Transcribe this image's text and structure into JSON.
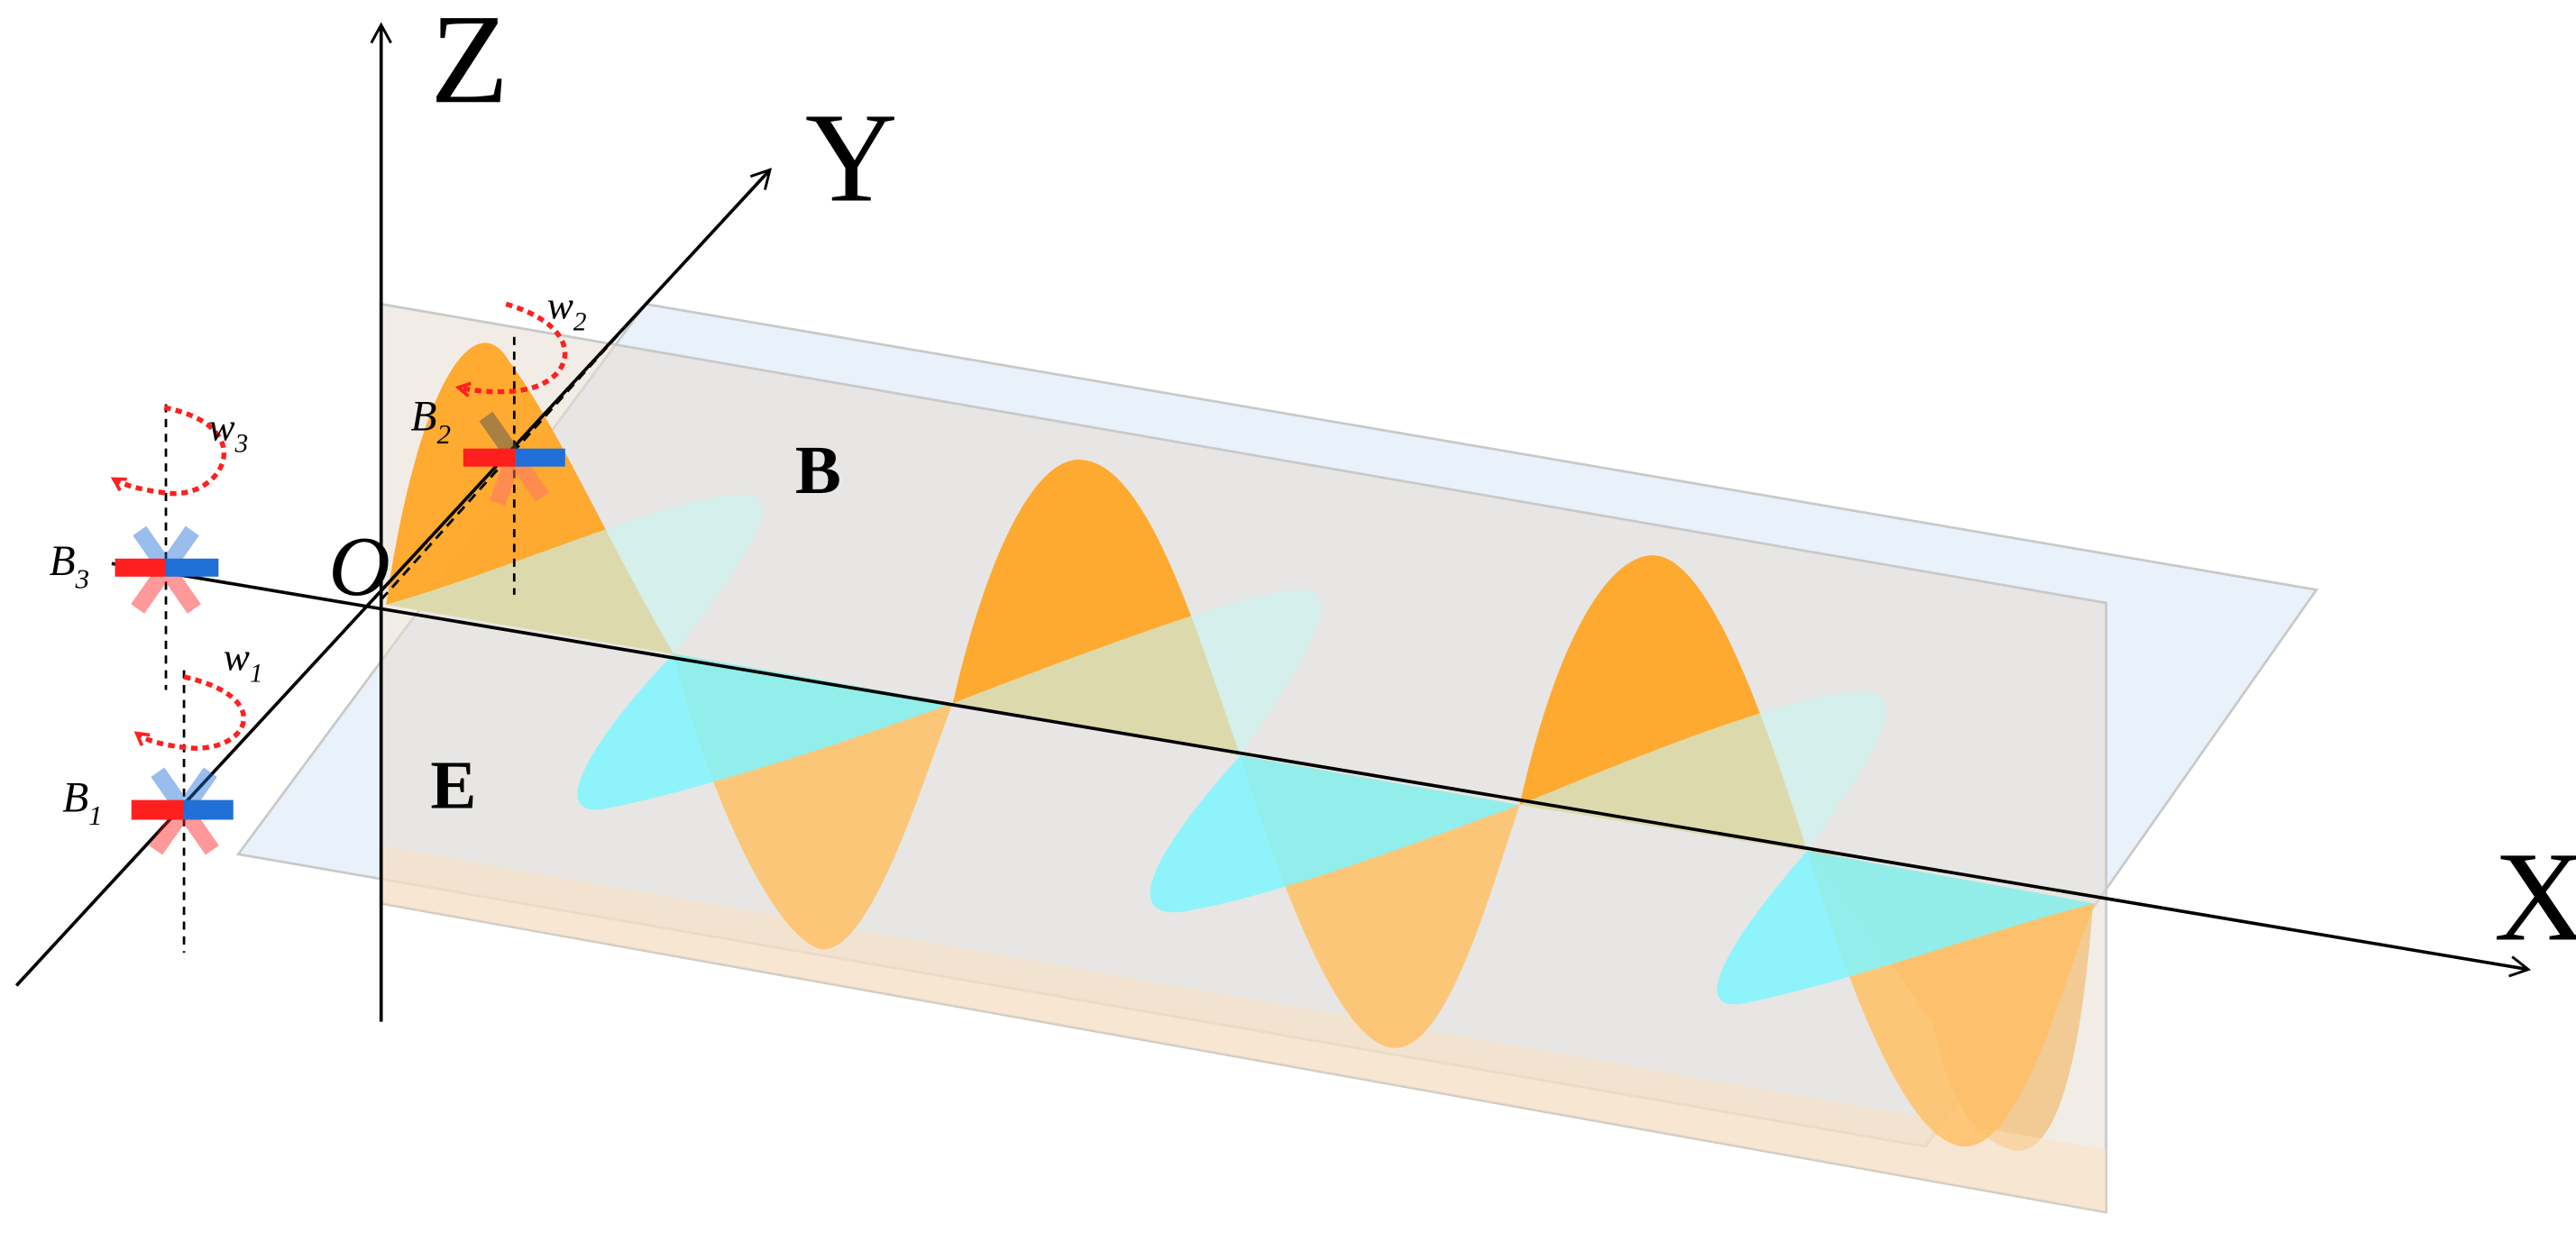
{
  "axes": {
    "x": "X",
    "y": "Y",
    "z": "Z",
    "origin": "O"
  },
  "fields": {
    "magnetic": "B",
    "electric": "E"
  },
  "dipoles": [
    {
      "symbol": "B",
      "index": "1",
      "omega_symbol": "w",
      "omega_index": "1"
    },
    {
      "symbol": "B",
      "index": "2",
      "omega_symbol": "w",
      "omega_index": "2"
    },
    {
      "symbol": "B",
      "index": "3",
      "omega_symbol": "w",
      "omega_index": "3"
    }
  ],
  "colors": {
    "magnetic_wave": "#ffa726",
    "electric_wave": "#7ff5ff",
    "vertical_plane": "#d9d2cc",
    "horizontal_plane": "#d6e4f5",
    "pole_north": "#ff1f1f",
    "pole_south": "#1f6fd6",
    "rotation_arrow": "#ff2020",
    "axis_line": "#000000"
  }
}
